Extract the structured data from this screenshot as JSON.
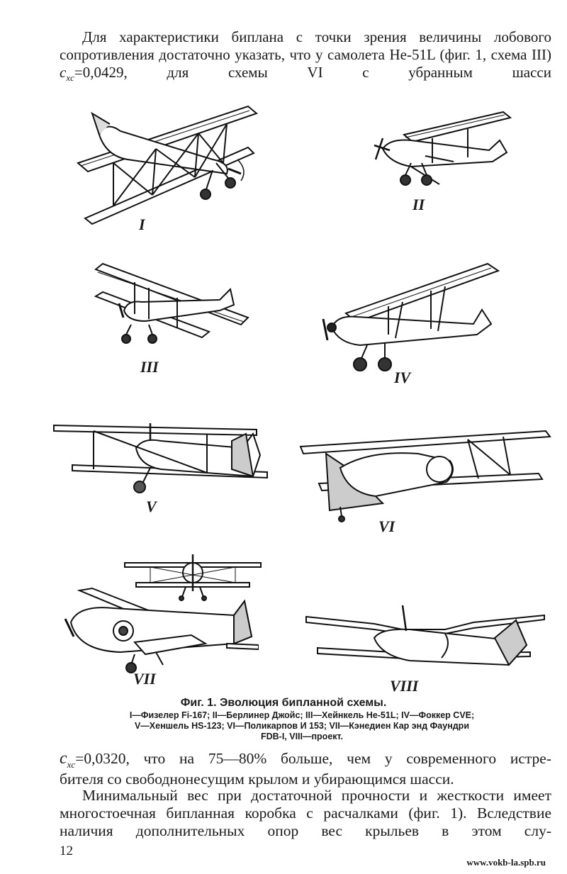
{
  "text": {
    "top_paragraph": "Для характеристики биплана с точки зрения величины лобового сопротивления достаточно указать, что у самолета Не-51L (фиг. 1, схема III)",
    "top_cx_symbol": "c",
    "top_cx_sub": "xc",
    "top_tail": "=0,0429, для схемы VI с убранным шасси",
    "bottom_cx_symbol": "c",
    "bottom_cx_sub": "xc",
    "bottom_line_1": "=0,0320, что на 75—80% больше, чем у современного истре-",
    "bottom_line_2": "бителя со свободнонесущим крылом и убирающимся шасси.",
    "paragraph_2": "Минимальный вес при достаточной прочности и жесткости имеет многостоечная бипланная коробка с расчалками (фиг. 1). Вследствие наличия дополнительных опор вес крыльев в этом слу-"
  },
  "figure": {
    "caption_title": "Фиг. 1. Эволюция бипланной схемы.",
    "legend_line_1": "I—Физелер Fi-167; II—Берлинер Джойс; III—Хейнкель Не-51L; IV—Фоккер CVE;",
    "legend_line_2": "V—Хеншель HS-123; VI—Поликарпов И 153; VII—Кэнедиен Кар энд Фаундри",
    "legend_line_3": "FDB-I, VIII—проект.",
    "labels": [
      "I",
      "II",
      "III",
      "IV",
      "V",
      "VI",
      "VII",
      "VIII"
    ]
  },
  "footer": {
    "page_number": "12",
    "website": "www.vokb-la.spb.ru"
  }
}
